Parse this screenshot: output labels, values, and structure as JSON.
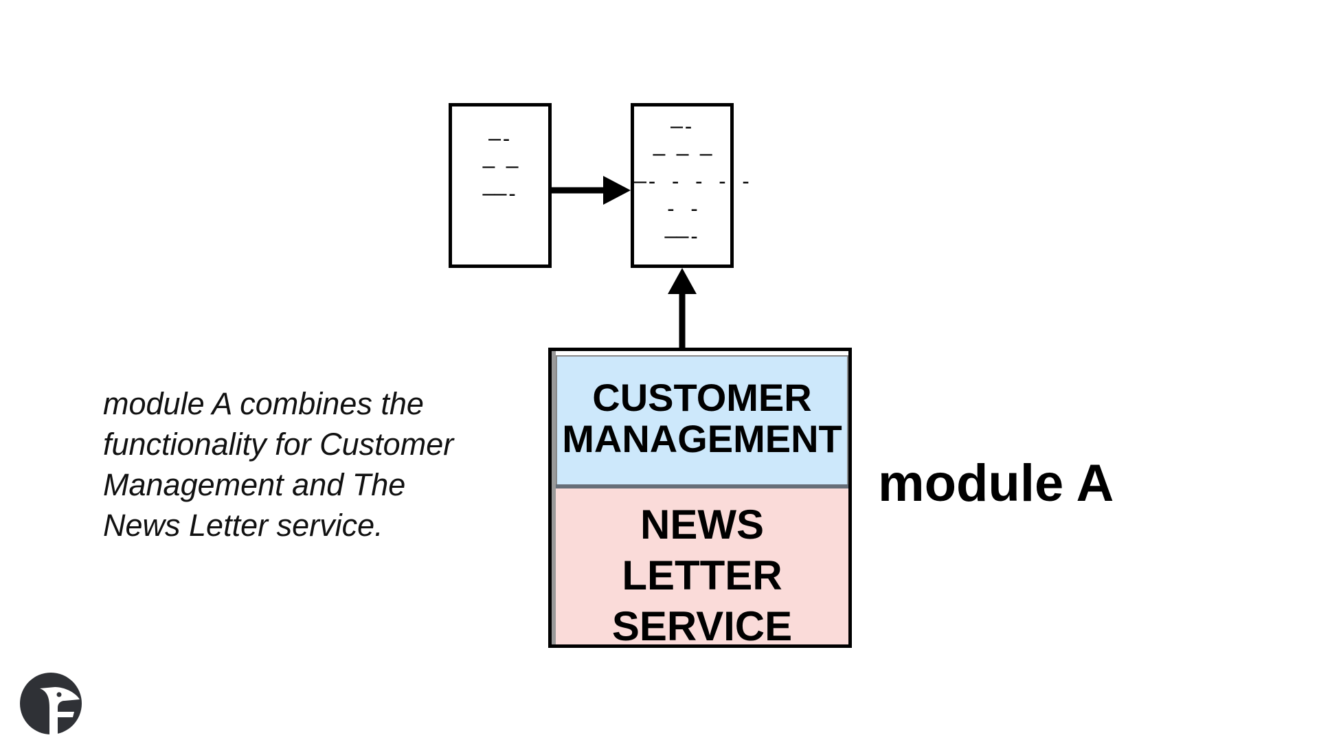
{
  "diagram": {
    "doc_left": {
      "lines": "—-\n— —\n——-"
    },
    "doc_right": {
      "lines": "—-\n— — —\n—- - - - -\n- -\n——-"
    },
    "module_box": {
      "customer_section_label": "CUSTOMER\nMANAGEMENT",
      "newsletter_section_label": "NEWS\nLETTER\nSERVICE"
    },
    "module_label": "module A",
    "description": "module A combines the functionality for Customer Management and The News Letter service."
  },
  "colors": {
    "customer_section_bg": "#cde8fb",
    "newsletter_section_bg": "#fadbd9",
    "divider": "#666e78",
    "logo": "#2f3136"
  },
  "icons": {
    "logo": "bird-logo-icon"
  }
}
